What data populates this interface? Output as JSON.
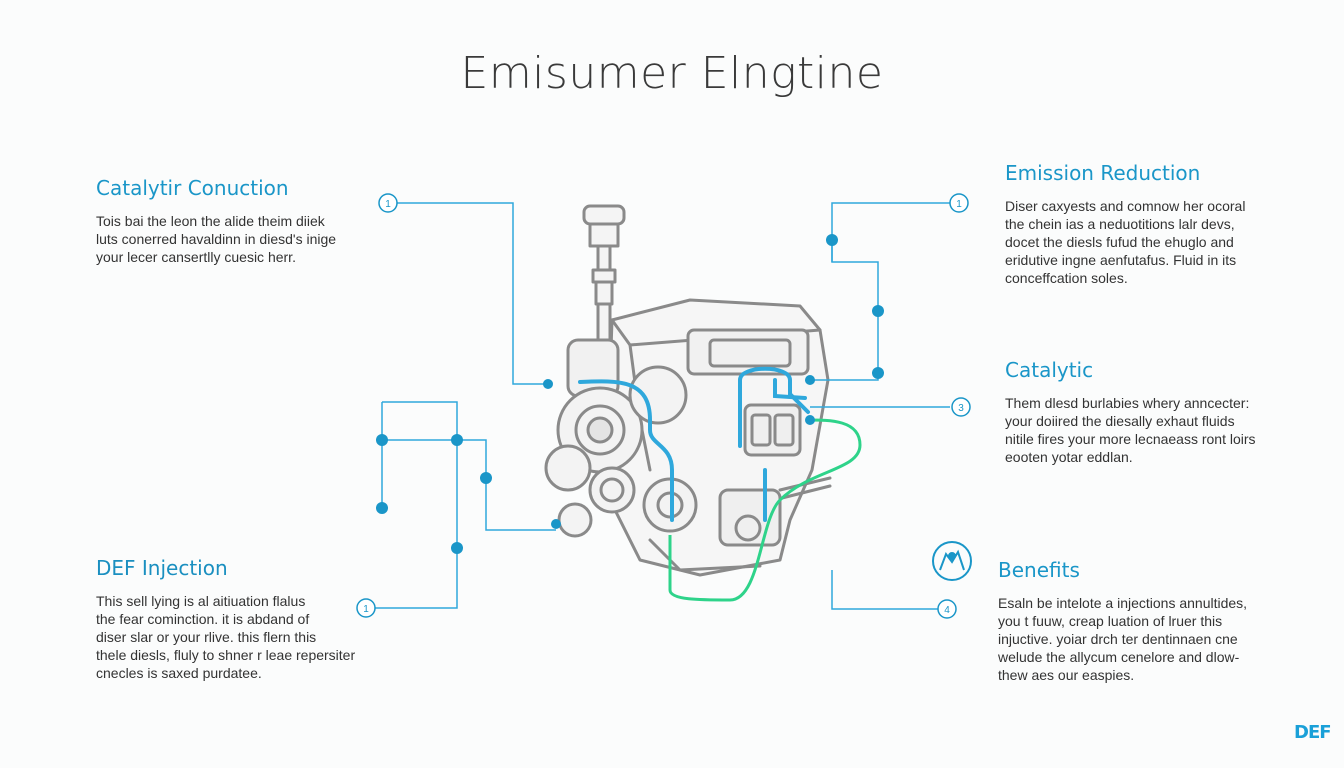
{
  "title": "Emisumer Elngtine",
  "sections": {
    "catalytic_conduction": {
      "heading": "Catalytir Conuction",
      "lines": [
        "Tois bai the leon the alide theim diiek",
        "luts conerred havaldinn in diesd's inige",
        "your lecer cansertlly cuesic herr."
      ],
      "badge": "1"
    },
    "emission_reduction": {
      "heading": "Emission Reduction",
      "lines": [
        "Diser caxyests and comnow her ocoral",
        "the chein ias a neduotitions lalr devs,",
        "docet the diesls fufud the ehuglo and",
        "eridutive ingne aenfutafus. Fluid in its",
        "conceffcation soles."
      ],
      "badge": "1"
    },
    "catalytic": {
      "heading": "Catalytic",
      "lines": [
        "Them dlesd burlabies whery anncecter:",
        "your doiired the diesally exhaut fluids",
        "nitile fires your more lecnaeass ront loirs",
        "eooten yotar eddlan."
      ],
      "badge": "3"
    },
    "def_injection": {
      "heading": "DEF Injection",
      "lines": [
        "This sell lying is al aitiuation flalus",
        "the fear cominction. it is abdand of",
        "diser slar or your rlive. this flern this",
        "thele diesls, fluly to shner r leae repersiter",
        "cnecles is saxed purdatee."
      ],
      "badge": "1"
    },
    "benefits": {
      "heading": "Benefits",
      "lines": [
        "Esaln be intelote a injections annultides,",
        "you t fuuw, creap luation of lruer this",
        "injuctive. yoiar drch ter dentinnaen cne",
        "welude the allycum cenelore and dlow-",
        "thew aes our easpies."
      ],
      "badge": "4"
    }
  },
  "logo": "DEF",
  "colors": {
    "accent": "#1a96c8",
    "line_blue": "#2fa8dc",
    "line_green": "#2ed38a",
    "engine_gray": "#8a8a8a",
    "background": "#fbfcfc"
  },
  "icons": [
    "engine-illustration",
    "benefits-circle-icon"
  ]
}
